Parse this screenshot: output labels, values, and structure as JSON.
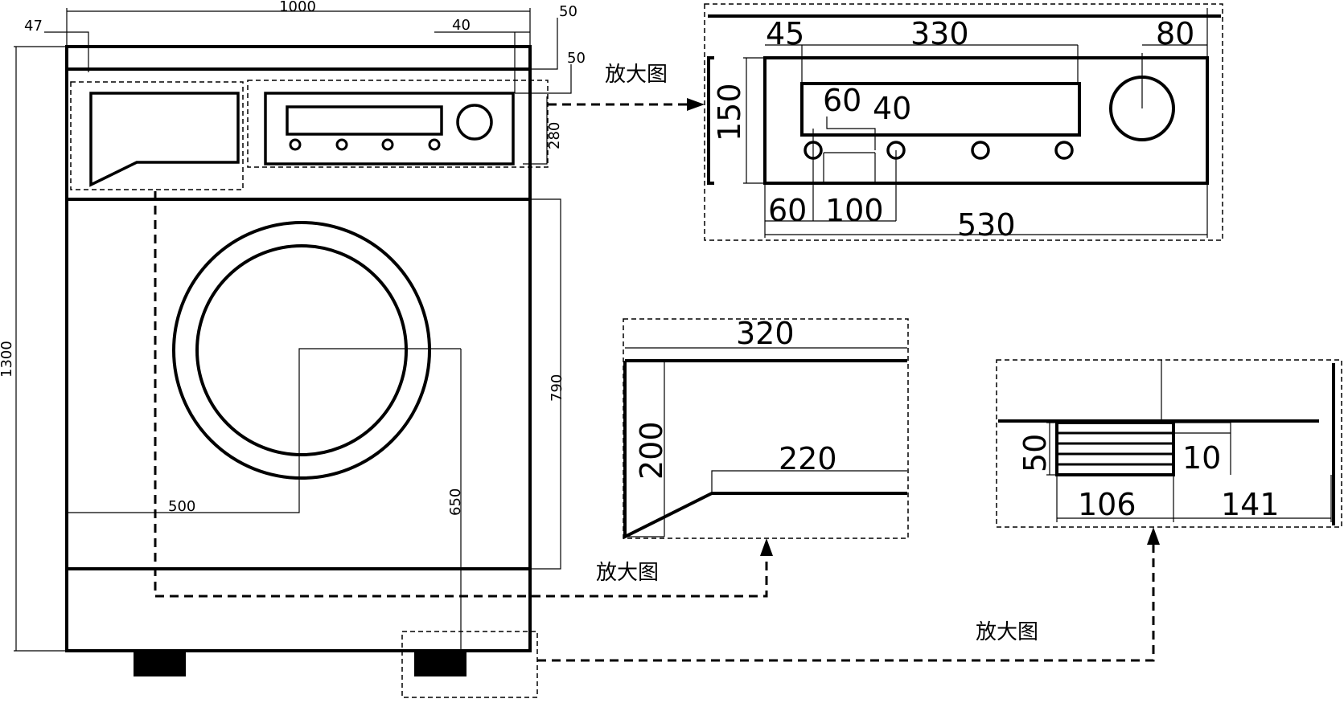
{
  "labels": {
    "callout_panel": "放大图",
    "callout_drawer": "放大图",
    "callout_foot": "放大图"
  },
  "main_view": {
    "total_width": "1000",
    "total_height": "1300",
    "top_left_offset": "47",
    "top_right_offset": "40",
    "top_band": "50",
    "panel_band": "50",
    "panel_height": "280",
    "door_section": "790",
    "door_diameter": "500",
    "door_center_height": "650"
  },
  "panel_detail": {
    "left_margin": "45",
    "display_width": "330",
    "knob_size": "80",
    "panel_height": "150",
    "display_height": "60",
    "button_gap": "40",
    "button_offset": "60",
    "button_pitch": "100",
    "panel_width": "530"
  },
  "drawer_detail": {
    "width": "320",
    "height": "200",
    "handle_width": "220"
  },
  "foot_detail": {
    "foot_height": "50",
    "plate_thickness": "10",
    "foot_width": "106",
    "edge_offset": "141"
  }
}
